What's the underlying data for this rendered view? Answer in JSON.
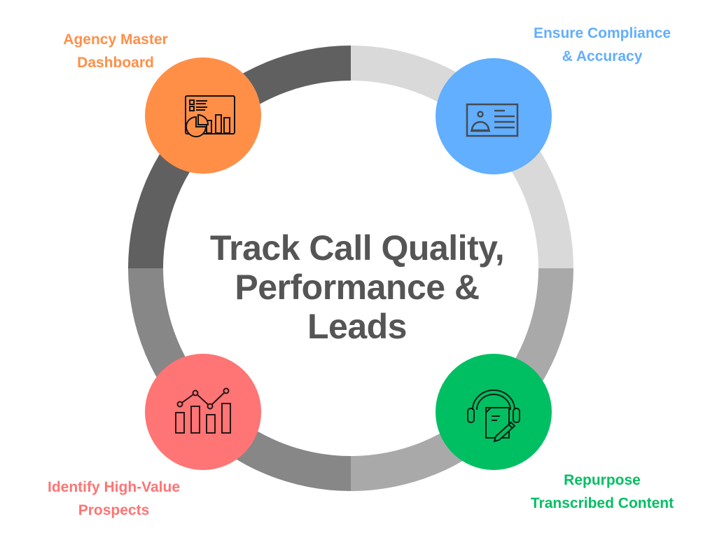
{
  "diagram": {
    "title_lines": [
      "Track Call Quality,",
      "Performance &",
      "Leads"
    ],
    "title_color": "#555555",
    "ring_segments": [
      {
        "name": "top-left",
        "color": "#606060"
      },
      {
        "name": "top-right",
        "color": "#d9d9d9"
      },
      {
        "name": "bottom-right",
        "color": "#a9a9a9"
      },
      {
        "name": "bottom-left",
        "color": "#878787"
      }
    ],
    "nodes": [
      {
        "id": "agency-master-dashboard",
        "label_lines": [
          "Agency Master",
          "Dashboard"
        ],
        "color": "#ff8f47",
        "label_color": "#ff8f47",
        "icon": "dashboard-icon"
      },
      {
        "id": "ensure-compliance",
        "label_lines": [
          "Ensure Compliance",
          "& Accuracy"
        ],
        "color": "#62aeff",
        "label_color": "#62aeff",
        "icon": "id-card-icon"
      },
      {
        "id": "identify-prospects",
        "label_lines": [
          "Identify High-Value",
          "Prospects"
        ],
        "color": "#ff7474",
        "label_color": "#ff7474",
        "icon": "analytics-chart-icon"
      },
      {
        "id": "repurpose-content",
        "label_lines": [
          "Repurpose",
          "Transcribed Content"
        ],
        "color": "#00bf63",
        "label_color": "#00bf63",
        "icon": "headphones-document-icon"
      }
    ]
  }
}
